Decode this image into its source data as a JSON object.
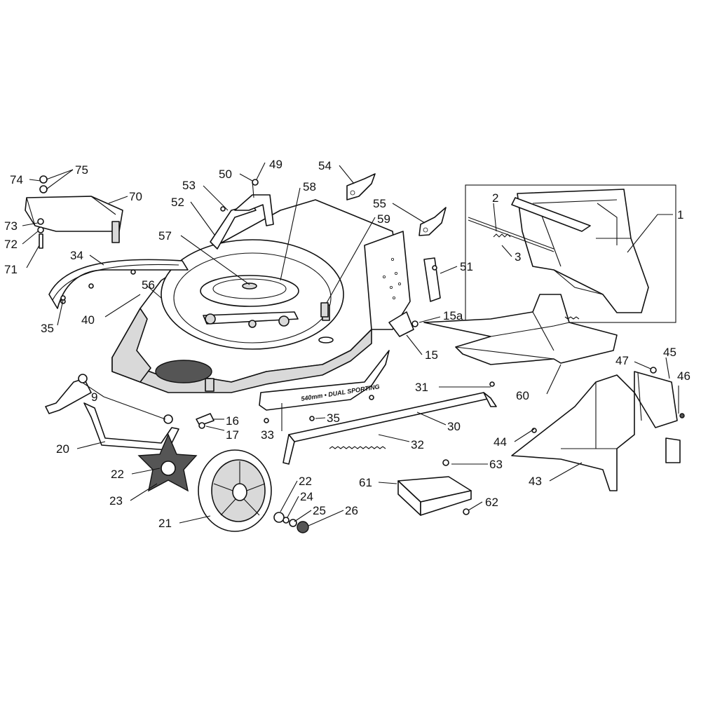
{
  "diagram": {
    "deck_label": "540mm • DUAL SPORTING",
    "inset_box": true,
    "callouts": [
      {
        "key": "c74",
        "text": "74"
      },
      {
        "key": "c75",
        "text": "75"
      },
      {
        "key": "c70",
        "text": "70"
      },
      {
        "key": "c73",
        "text": "73"
      },
      {
        "key": "c72",
        "text": "72"
      },
      {
        "key": "c71",
        "text": "71"
      },
      {
        "key": "c34",
        "text": "34"
      },
      {
        "key": "c35a",
        "text": "35"
      },
      {
        "key": "c40",
        "text": "40"
      },
      {
        "key": "c56",
        "text": "56"
      },
      {
        "key": "c57",
        "text": "57"
      },
      {
        "key": "c52",
        "text": "52"
      },
      {
        "key": "c53",
        "text": "53"
      },
      {
        "key": "c50",
        "text": "50"
      },
      {
        "key": "c49",
        "text": "49"
      },
      {
        "key": "c58",
        "text": "58"
      },
      {
        "key": "c54",
        "text": "54"
      },
      {
        "key": "c55",
        "text": "55"
      },
      {
        "key": "c59",
        "text": "59"
      },
      {
        "key": "c51",
        "text": "51"
      },
      {
        "key": "c15a",
        "text": "15a"
      },
      {
        "key": "c15",
        "text": "15"
      },
      {
        "key": "c2",
        "text": "2"
      },
      {
        "key": "c3",
        "text": "3"
      },
      {
        "key": "c1",
        "text": "1"
      },
      {
        "key": "c60",
        "text": "60"
      },
      {
        "key": "c45",
        "text": "45"
      },
      {
        "key": "c47",
        "text": "47"
      },
      {
        "key": "c46",
        "text": "46"
      },
      {
        "key": "c9",
        "text": "9"
      },
      {
        "key": "c16",
        "text": "16"
      },
      {
        "key": "c17",
        "text": "17"
      },
      {
        "key": "c35b",
        "text": "35"
      },
      {
        "key": "c33",
        "text": "33"
      },
      {
        "key": "c31",
        "text": "31"
      },
      {
        "key": "c30",
        "text": "30"
      },
      {
        "key": "c32",
        "text": "32"
      },
      {
        "key": "c20",
        "text": "20"
      },
      {
        "key": "c22a",
        "text": "22"
      },
      {
        "key": "c23",
        "text": "23"
      },
      {
        "key": "c21",
        "text": "21"
      },
      {
        "key": "c22b",
        "text": "22"
      },
      {
        "key": "c24",
        "text": "24"
      },
      {
        "key": "c25",
        "text": "25"
      },
      {
        "key": "c26",
        "text": "26"
      },
      {
        "key": "c44",
        "text": "44"
      },
      {
        "key": "c43",
        "text": "43"
      },
      {
        "key": "c61",
        "text": "61"
      },
      {
        "key": "c63",
        "text": "63"
      },
      {
        "key": "c62",
        "text": "62"
      }
    ]
  }
}
